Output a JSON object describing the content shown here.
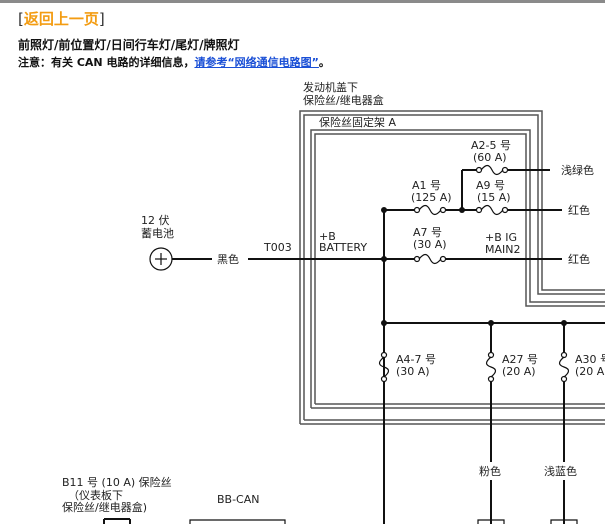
{
  "nav": {
    "bracket_open": "[",
    "back_label": "返回上一页",
    "bracket_close": "]"
  },
  "page_title": "前照灯/前位置灯/日间行车灯/尾灯/牌照灯",
  "note": {
    "prefix": "注意：有关 CAN 电路的详细信息，",
    "link_text": "请参考“网络通信电路图”",
    "suffix": "。"
  },
  "diagram": {
    "box_outer_label_line1": "发动机盖下",
    "box_outer_label_line2": "保险丝/继电器盒",
    "box_inner_label": "保险丝固定架 A",
    "battery_label_line1": "12 伏",
    "battery_label_line2": "蓄电池",
    "battery_wire_color": "黑色",
    "terminal_id": "T003",
    "plus_b_label": "+B",
    "battery_bus_label": "BATTERY",
    "ig_bus_label_line1": "+B IG",
    "ig_bus_label_line2": "MAIN2",
    "fuses": [
      {
        "name": "A2-5 号",
        "rating": "(60 A)"
      },
      {
        "name": "A1 号",
        "rating": "(125 A)"
      },
      {
        "name": "A9 号",
        "rating": "(15 A)"
      },
      {
        "name": "A7 号",
        "rating": "(30 A)"
      },
      {
        "name": "A4-7 号",
        "rating": "(30 A)"
      },
      {
        "name": "A27 号",
        "rating": "(20 A)"
      },
      {
        "name": "A30 号",
        "rating": "(20 A)"
      }
    ],
    "wire_colors": {
      "light_green": "浅绿色",
      "red_1": "红色",
      "red_2": "红色",
      "pink": "粉色",
      "light_blue": "浅蓝色"
    },
    "b11_line1": "B11 号 (10 A) 保险丝",
    "b11_line2": "（仪表板下",
    "b11_line3": "保险丝/继电器盒)",
    "bb_can_label": "BB-CAN"
  }
}
